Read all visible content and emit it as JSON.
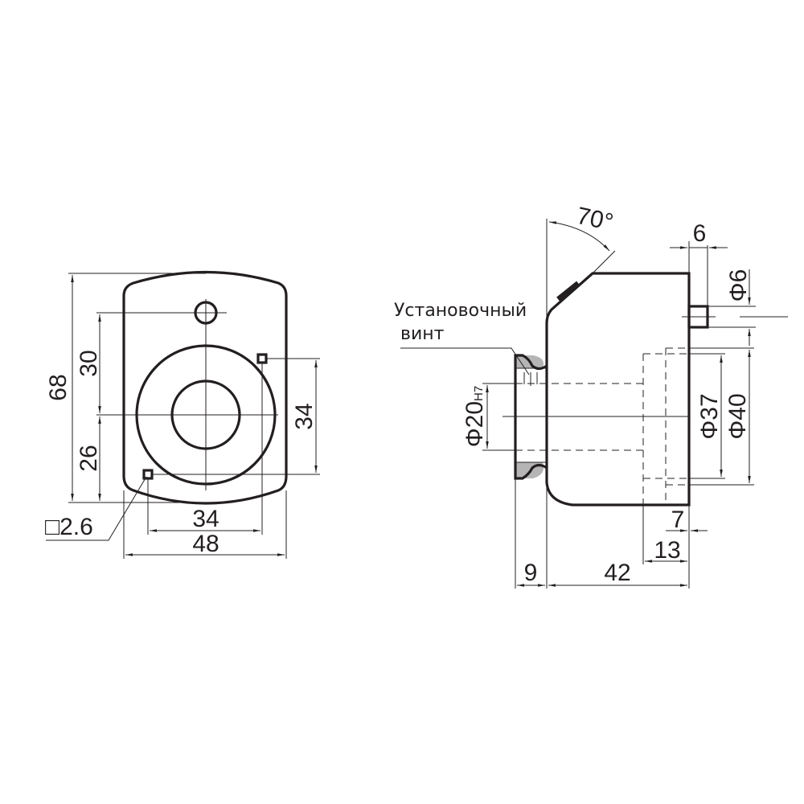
{
  "front_view": {
    "dims": {
      "height": "68",
      "upper": "30",
      "lower": "26",
      "vertical_holes": "34",
      "horizontal_holes": "34",
      "width": "48",
      "square": "□2.6"
    }
  },
  "side_view": {
    "label_line1": "Установочный",
    "label_line2": "винт",
    "dims": {
      "angle": "70°",
      "pin_len": "6",
      "pin_dia": "Φ6",
      "bore": "Φ20",
      "bore_tol": "H7",
      "d37": "Φ37",
      "d40": "Φ40",
      "d7": "7",
      "d13": "13",
      "flange": "9",
      "body": "42"
    }
  },
  "colors": {
    "line": "#231f20",
    "hatch": "#b5b5b5"
  }
}
